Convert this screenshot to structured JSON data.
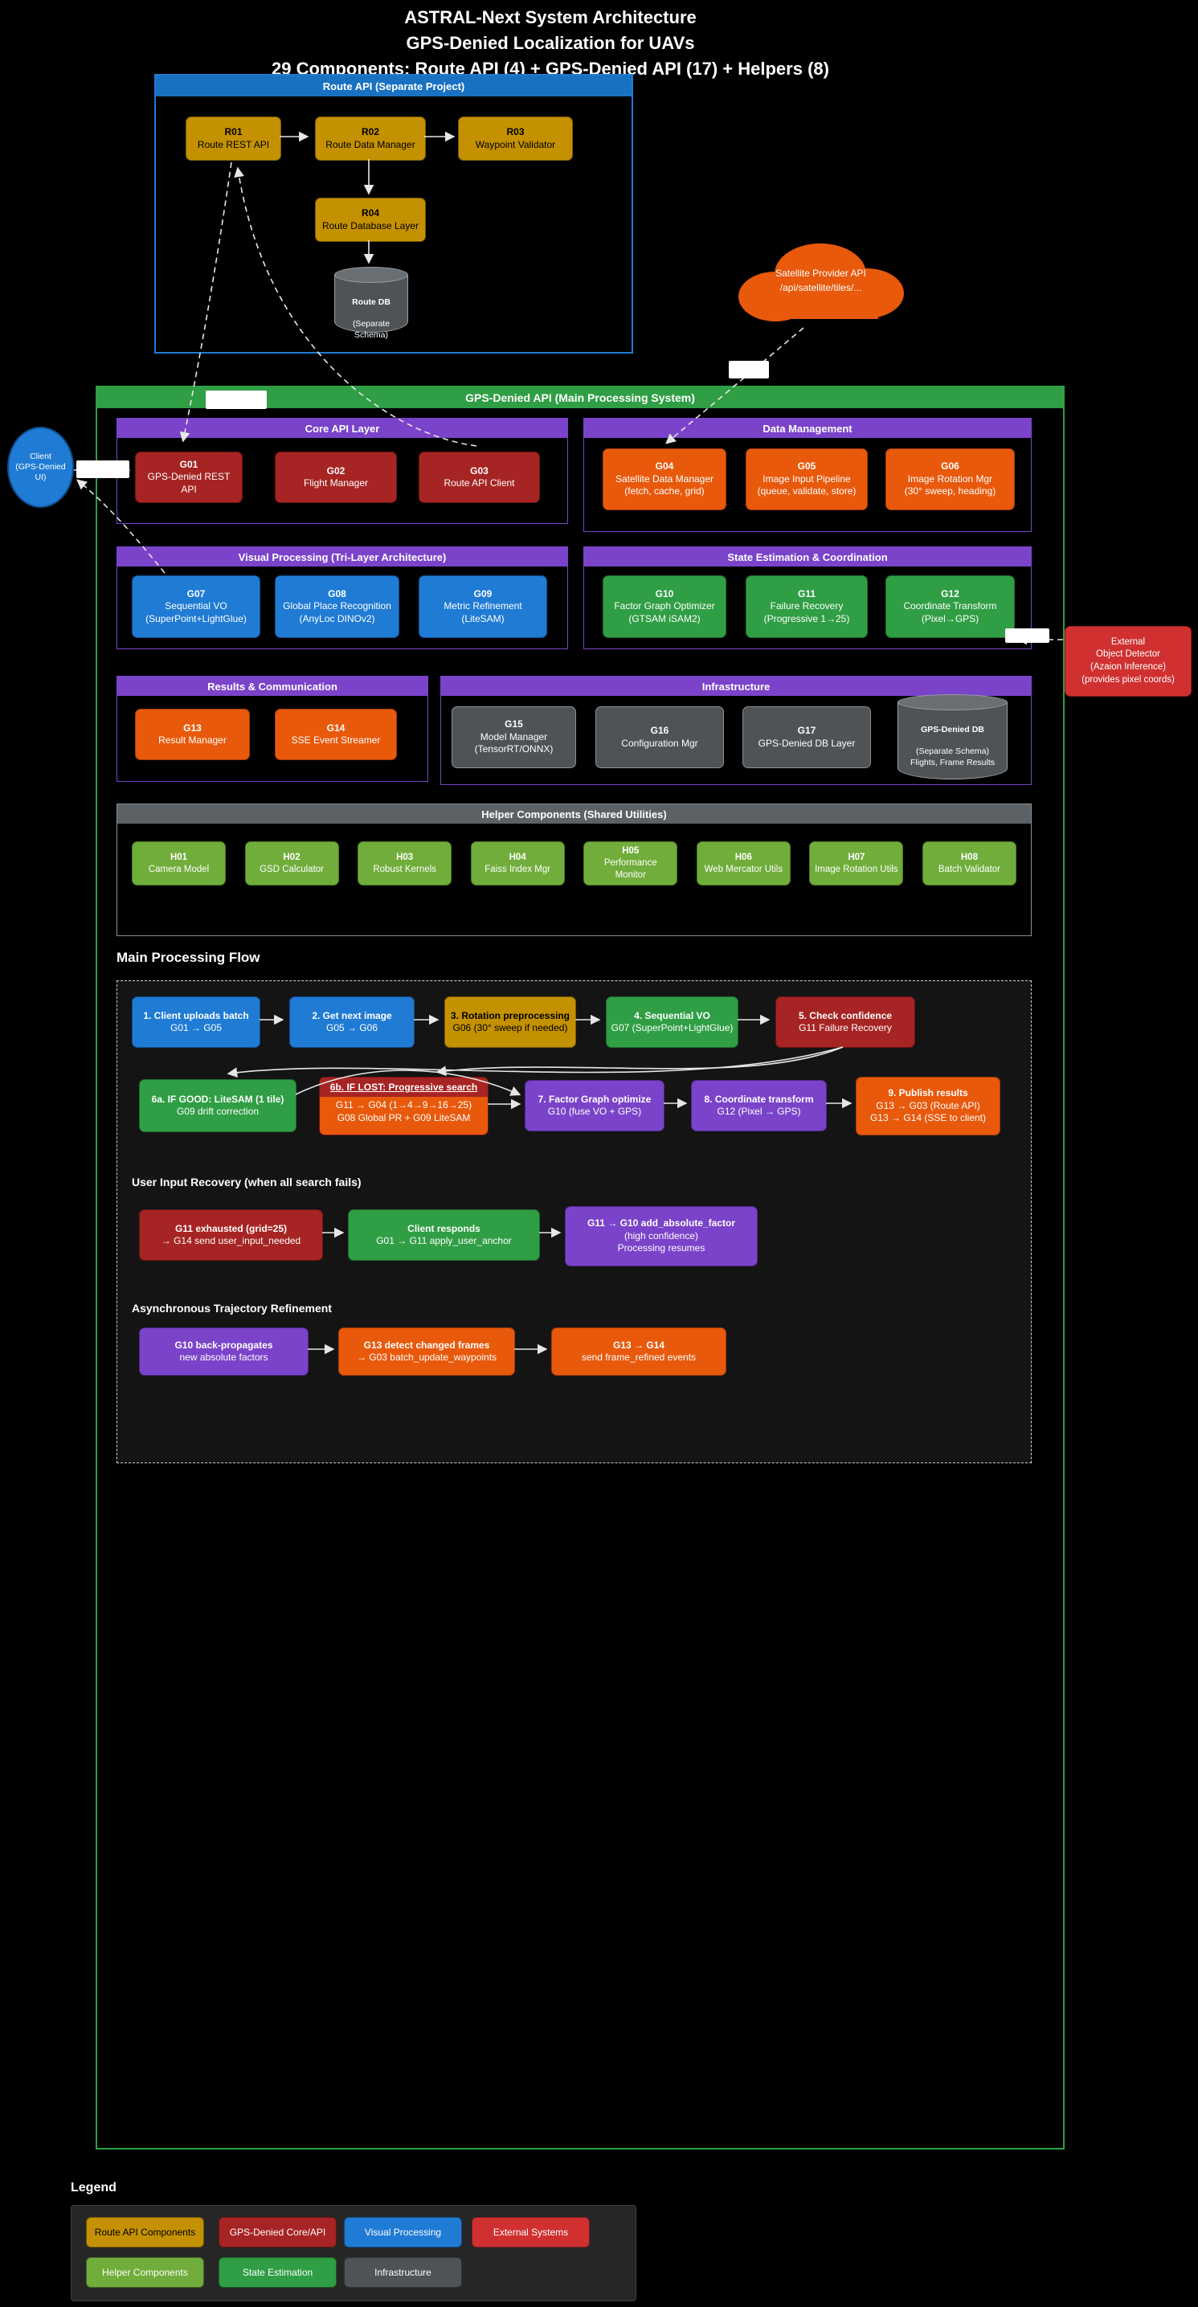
{
  "title": {
    "line1": "ASTRAL-Next System Architecture",
    "line2": "GPS-Denied Localization for UAVs",
    "line3": "29 Components: Route API (4) + GPS-Denied API (17) + Helpers (8)"
  },
  "route_api": {
    "header": "Route API (Separate Project)",
    "r01": {
      "id": "R01",
      "label": "Route REST API"
    },
    "r02": {
      "id": "R02",
      "label": "Route Data Manager"
    },
    "r03": {
      "id": "R03",
      "label": "Waypoint Validator"
    },
    "r04": {
      "id": "R04",
      "label": "Route Database Layer"
    },
    "db": {
      "head": "Route DB",
      "lines": [
        "(Separate",
        "Schema)"
      ]
    }
  },
  "satellite": {
    "lines": [
      "Satellite Provider API",
      "/api/satellite/tiles/..."
    ]
  },
  "client": {
    "lines": [
      "Client",
      "(GPS-Denied",
      "UI)"
    ]
  },
  "detector": {
    "lines": [
      "External",
      "Object Detector",
      "(Azaion Inference)",
      "(provides pixel coords)"
    ]
  },
  "main": {
    "header": "GPS-Denied API (Main Processing System)",
    "core": {
      "header": "Core API Layer",
      "g01": {
        "id": "G01",
        "lines": [
          "GPS-Denied REST API"
        ]
      },
      "g02": {
        "id": "G02",
        "lines": [
          "Flight Manager"
        ]
      },
      "g03": {
        "id": "G03",
        "lines": [
          "Route API Client"
        ]
      }
    },
    "data_mgmt": {
      "header": "Data Management",
      "g04": {
        "id": "G04",
        "lines": [
          "Satellite Data Manager",
          "(fetch, cache, grid)"
        ]
      },
      "g05": {
        "id": "G05",
        "lines": [
          "Image Input Pipeline",
          "(queue, validate, store)"
        ]
      },
      "g06": {
        "id": "G06",
        "lines": [
          "Image Rotation Mgr",
          "(30° sweep, heading)"
        ]
      }
    },
    "visual": {
      "header": "Visual Processing (Tri-Layer Architecture)",
      "g07": {
        "id": "G07",
        "lines": [
          "Sequential VO",
          "(SuperPoint+LightGlue)"
        ]
      },
      "g08": {
        "id": "G08",
        "lines": [
          "Global Place Recognition",
          "(AnyLoc DINOv2)"
        ]
      },
      "g09": {
        "id": "G09",
        "lines": [
          "Metric Refinement",
          "(LiteSAM)"
        ]
      }
    },
    "state": {
      "header": "State Estimation & Coordination",
      "g10": {
        "id": "G10",
        "lines": [
          "Factor Graph Optimizer",
          "(GTSAM iSAM2)"
        ]
      },
      "g11": {
        "id": "G11",
        "lines": [
          "Failure Recovery",
          "(Progressive 1→25)"
        ]
      },
      "g12": {
        "id": "G12",
        "lines": [
          "Coordinate Transform",
          "(Pixel→GPS)"
        ]
      }
    },
    "results": {
      "header": "Results & Communication",
      "g13": {
        "id": "G13",
        "lines": [
          "Result Manager"
        ]
      },
      "g14": {
        "id": "G14",
        "lines": [
          "SSE Event Streamer"
        ]
      }
    },
    "infra": {
      "header": "Infrastructure",
      "g15": {
        "id": "G15",
        "lines": [
          "Model Manager",
          "(TensorRT/ONNX)"
        ]
      },
      "g16": {
        "id": "G16",
        "lines": [
          "Configuration Mgr"
        ]
      },
      "g17": {
        "id": "G17",
        "lines": [
          "GPS-Denied DB Layer"
        ]
      },
      "db": {
        "head": "GPS-Denied DB",
        "lines": [
          "(Separate Schema)",
          "Flights, Frame Results"
        ]
      }
    },
    "helpers": {
      "header": "Helper Components (Shared Utilities)",
      "items": [
        {
          "id": "H01",
          "label": "Camera Model"
        },
        {
          "id": "H02",
          "label": "GSD Calculator"
        },
        {
          "id": "H03",
          "label": "Robust Kernels"
        },
        {
          "id": "H04",
          "label": "Faiss Index Mgr"
        },
        {
          "id": "H05",
          "label": "Performance Monitor"
        },
        {
          "id": "H06",
          "label": "Web Mercator Utils"
        },
        {
          "id": "H07",
          "label": "Image Rotation Utils"
        },
        {
          "id": "H08",
          "label": "Batch Validator"
        }
      ]
    },
    "flow": {
      "title": "Main Processing Flow",
      "f1": {
        "head": "1. Client uploads batch",
        "lines": [
          "G01 → G05"
        ]
      },
      "f2": {
        "head": "2. Get next image",
        "lines": [
          "G05 → G06"
        ]
      },
      "f3": {
        "head": "3. Rotation preprocessing",
        "lines": [
          "G06 (30° sweep if needed)"
        ]
      },
      "f4": {
        "head": "4. Sequential VO",
        "lines": [
          "G07 (SuperPoint+LightGlue)"
        ]
      },
      "f5": {
        "head": "5. Check confidence",
        "lines": [
          "G11 Failure Recovery"
        ]
      },
      "f6a": {
        "head": "6a. IF GOOD: LiteSAM (1 tile)",
        "lines": [
          "G09 drift correction"
        ]
      },
      "f6b": {
        "head": "6b. IF LOST: Progressive search",
        "lines": [
          "G11 → G04 (1→4→9→16→25)",
          "G08 Global PR + G09 LiteSAM"
        ]
      },
      "f7": {
        "head": "7. Factor Graph optimize",
        "lines": [
          "G10 (fuse VO + GPS)"
        ]
      },
      "f8": {
        "head": "8. Coordinate transform",
        "lines": [
          "G12 (Pixel → GPS)"
        ]
      },
      "f9": {
        "head": "9. Publish results",
        "lines": [
          "G13 → G03 (Route API)",
          "G13 → G14 (SSE to client)"
        ]
      },
      "user_recovery": {
        "heading": "User Input Recovery (when all search fails)",
        "u1": {
          "head": "G11 exhausted (grid=25)",
          "lines": [
            "→ G14 send user_input_needed"
          ]
        },
        "u2": {
          "head": "Client responds",
          "lines": [
            "G01 → G11 apply_user_anchor"
          ]
        },
        "u3": {
          "head": "G11 → G10 add_absolute_factor",
          "lines": [
            "(high confidence)",
            "Processing resumes"
          ]
        }
      },
      "async_refine": {
        "heading": "Asynchronous Trajectory Refinement",
        "a1": {
          "head": "G10 back-propagates",
          "lines": [
            "new absolute factors"
          ]
        },
        "a2": {
          "head": "G13 detect changed frames",
          "lines": [
            "→ G03 batch_update_waypoints"
          ]
        },
        "a3": {
          "head": "G13 → G14",
          "lines": [
            "send frame_refined events"
          ]
        }
      }
    }
  },
  "legend": {
    "title": "Legend",
    "items": [
      {
        "label": "Route API Components",
        "color": "#c49102"
      },
      {
        "label": "GPS-Denied Core/API",
        "color": "#a62423"
      },
      {
        "label": "Visual Processing",
        "color": "#1f7bd4"
      },
      {
        "label": "External Systems",
        "color": "#d03030"
      },
      {
        "label": "Helper Components",
        "color": "#70ad3b"
      },
      {
        "label": "State Estimation",
        "color": "#2f9e44"
      },
      {
        "label": "Infrastructure",
        "color": "#4f5356"
      }
    ]
  },
  "colors": {
    "background": "#000000",
    "route_api": "#c49102",
    "core_api": "#a62423",
    "data_results_orange": "#e8590c",
    "visual_blue": "#1f7bd4",
    "state_green": "#2f9e44",
    "helper_green": "#70ad3b",
    "infrastructure_gray": "#4f5356",
    "section_purple": "#7a43c9",
    "external_red": "#d03030",
    "main_border_green": "#2f9e44",
    "route_border_blue": "#1971c2"
  }
}
